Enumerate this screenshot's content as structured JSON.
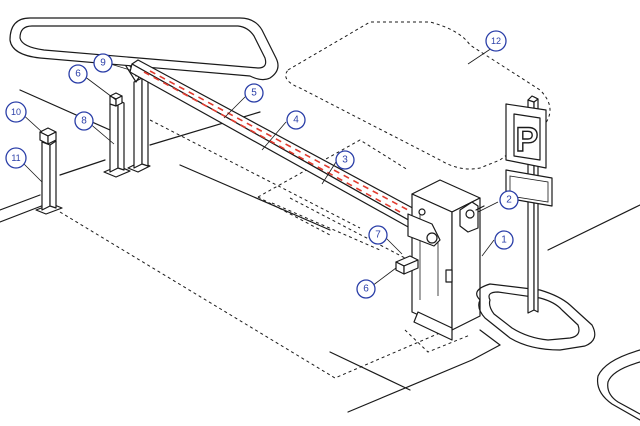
{
  "figure": {
    "callouts": [
      {
        "label": "1"
      },
      {
        "label": "2"
      },
      {
        "label": "3"
      },
      {
        "label": "4"
      },
      {
        "label": "5"
      },
      {
        "label": "6"
      },
      {
        "label": "6"
      },
      {
        "label": "7"
      },
      {
        "label": "8"
      },
      {
        "label": "9"
      },
      {
        "label": "10"
      },
      {
        "label": "11"
      },
      {
        "label": "12"
      }
    ],
    "sign_letter": "P",
    "colors": {
      "callout": "#2b3fa8",
      "boom_stripe": "#e23b2e",
      "line": "#1a1a1a"
    }
  }
}
